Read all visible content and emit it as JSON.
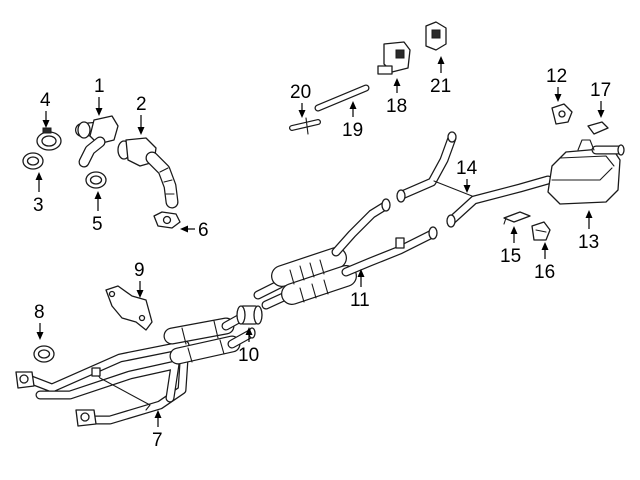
{
  "diagram": {
    "colors": {
      "line": "#1a1a1a",
      "fill": "#ffffff",
      "label": "#000000"
    },
    "callouts": [
      {
        "id": "1",
        "label": "1"
      },
      {
        "id": "2",
        "label": "2"
      },
      {
        "id": "3",
        "label": "3"
      },
      {
        "id": "4",
        "label": "4"
      },
      {
        "id": "5",
        "label": "5"
      },
      {
        "id": "6",
        "label": "6"
      },
      {
        "id": "7",
        "label": "7"
      },
      {
        "id": "8",
        "label": "8"
      },
      {
        "id": "9",
        "label": "9"
      },
      {
        "id": "10",
        "label": "10"
      },
      {
        "id": "11",
        "label": "11"
      },
      {
        "id": "12",
        "label": "12"
      },
      {
        "id": "13",
        "label": "13"
      },
      {
        "id": "14",
        "label": "14"
      },
      {
        "id": "15",
        "label": "15"
      },
      {
        "id": "16",
        "label": "16"
      },
      {
        "id": "17",
        "label": "17"
      },
      {
        "id": "18",
        "label": "18"
      },
      {
        "id": "19",
        "label": "19"
      },
      {
        "id": "20",
        "label": "20"
      },
      {
        "id": "21",
        "label": "21"
      }
    ]
  }
}
